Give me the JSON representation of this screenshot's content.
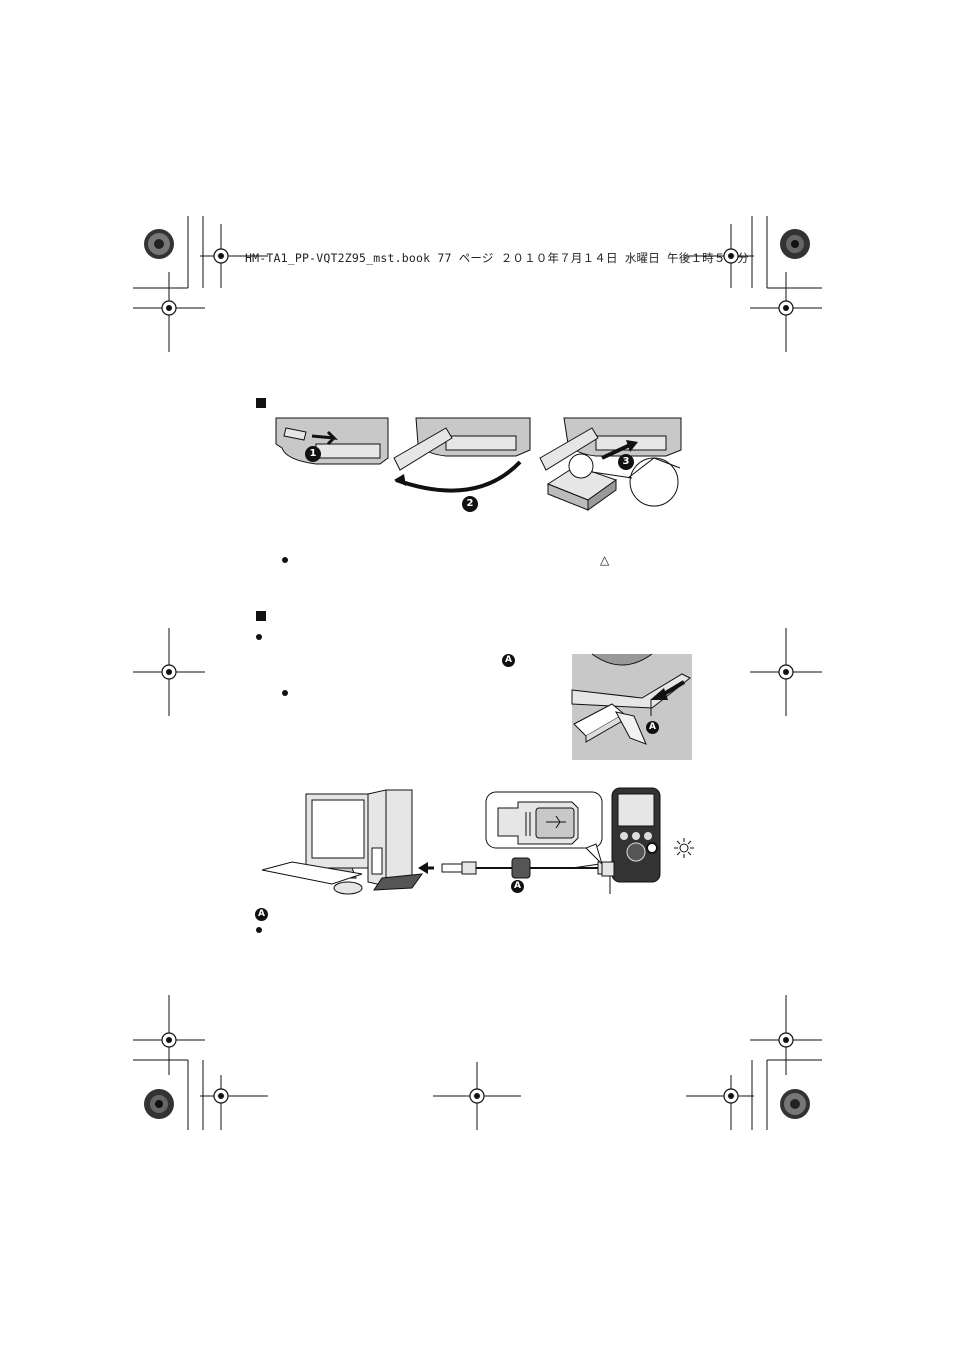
{
  "header": {
    "file_info": "HM-TA1_PP-VQT2Z95_mst.book  77 ページ  ２０１０年７月１４日  水曜日  午後１時５０分"
  },
  "battery_figure": {
    "step_labels": [
      "1",
      "2",
      "3"
    ],
    "triangle_mark": "△"
  },
  "usb_figure": {
    "callout_label": "A"
  },
  "pc_connection_figure": {
    "cable_label": "A"
  },
  "legend": {
    "marker": "A"
  },
  "colors": {
    "ink": "#111111",
    "gray_fill": "#c8c8c8",
    "light_fill": "#e6e6e6"
  }
}
